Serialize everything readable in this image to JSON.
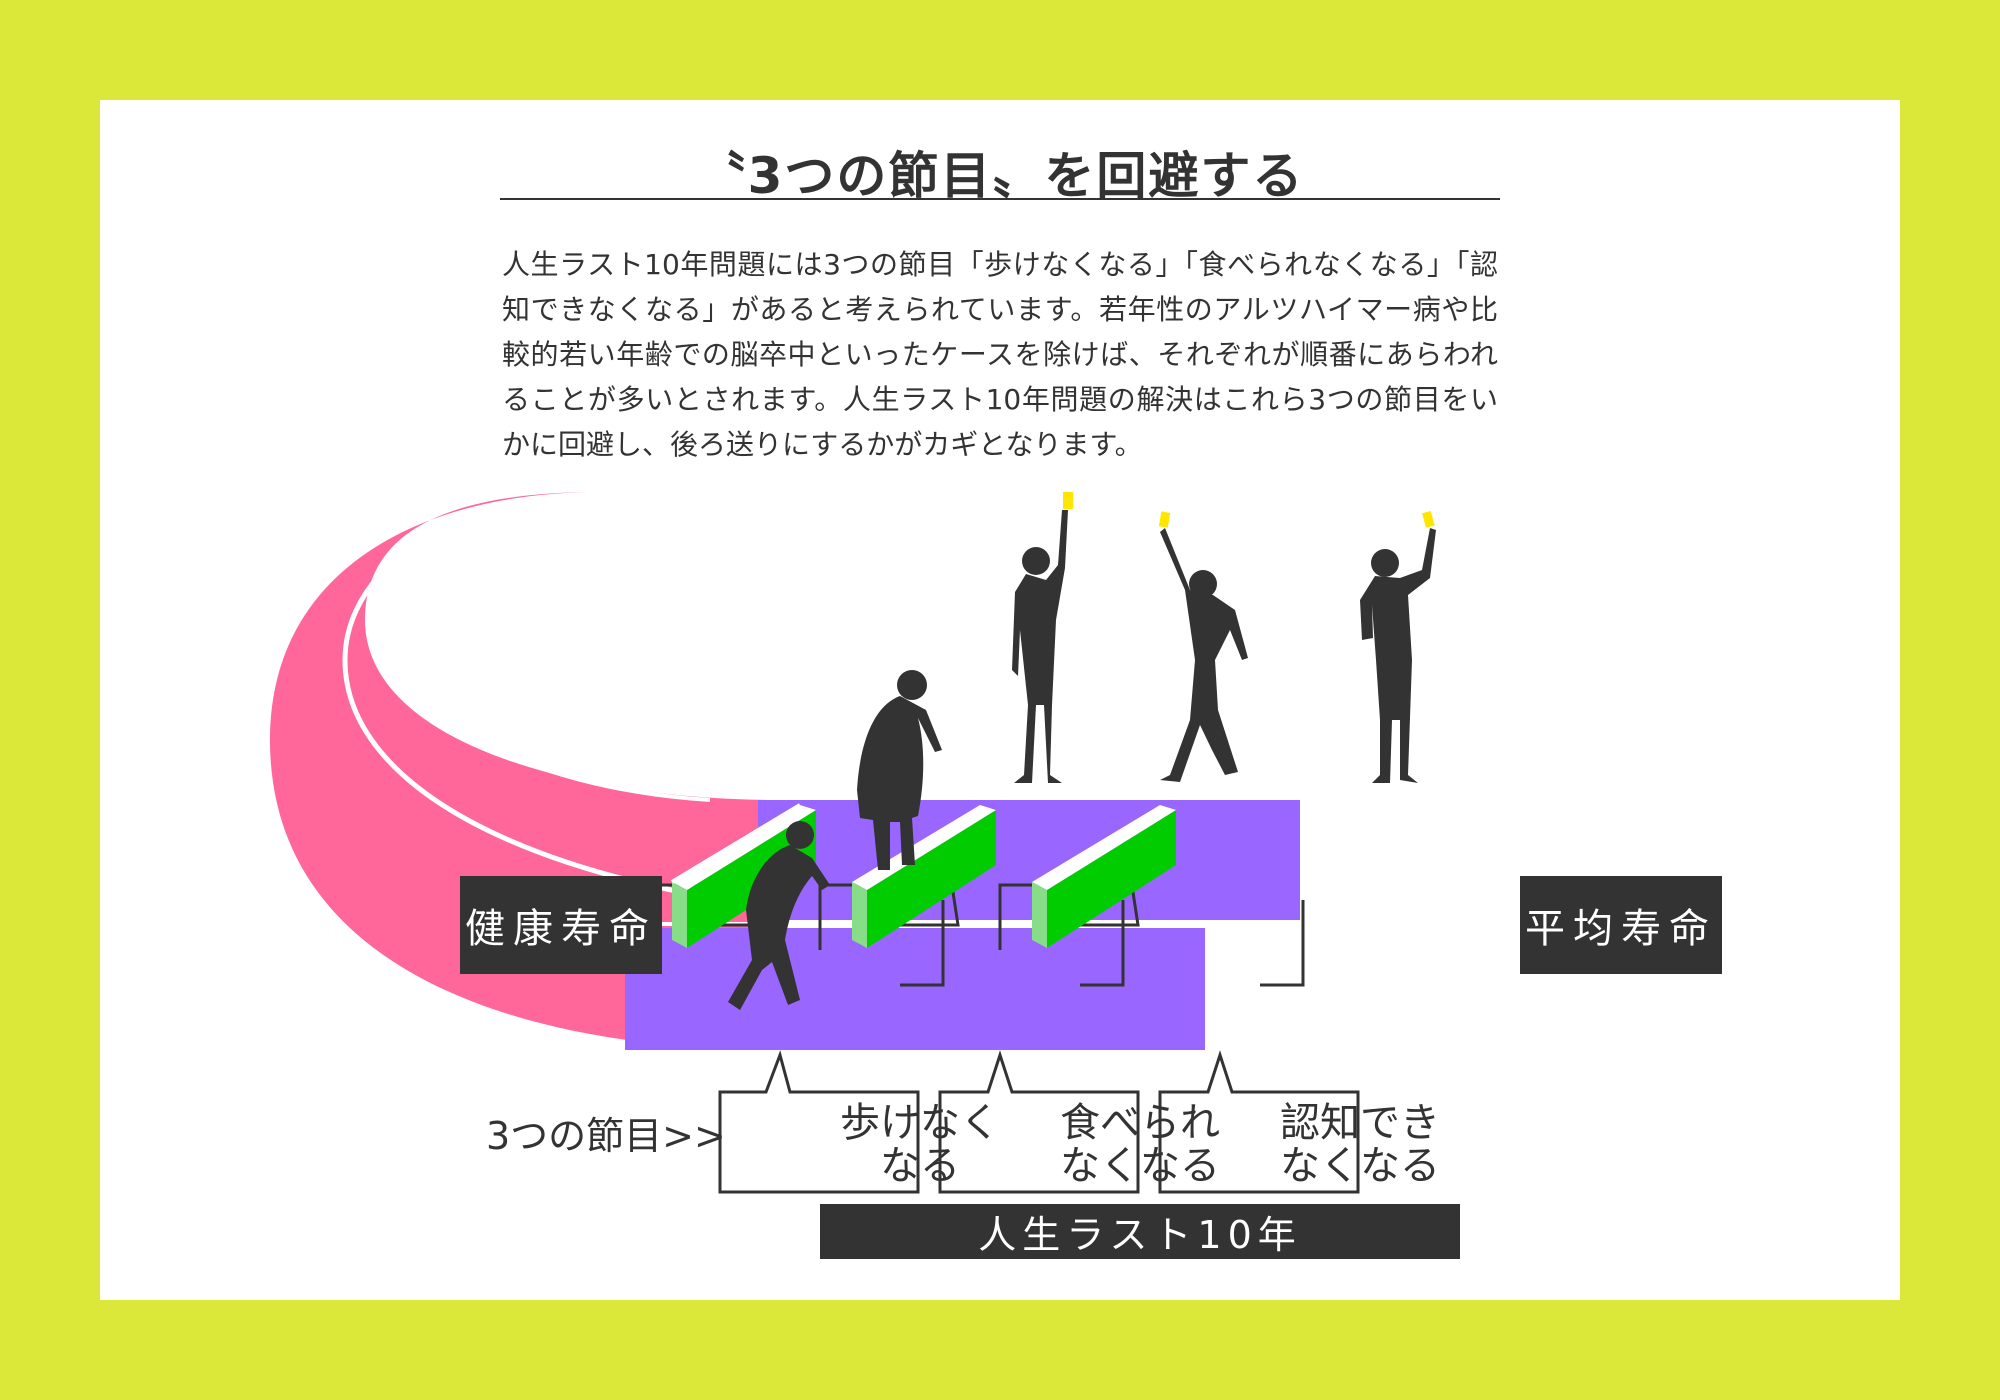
{
  "title": "〝3つの節目〟を回避する",
  "intro": "人生ラスト10年問題には3つの節目「歩けなくなる」「食べられなくなる」「認知できなくなる」があると考えられています。若年性のアルツハイマー病や比較的若い年齢での脳卒中といったケースを除けば、それぞれが順番にあらわれることが多いとされます。人生ラスト10年問題の解決はこれら3つの節目をいかに回避し、後ろ送りにするかがカギとなります。",
  "labels": {
    "healthy_lifespan": "健康寿命",
    "average_lifespan": "平均寿命",
    "last_ten_years": "人生ラスト10年",
    "milestones_label": "3つの節目>>"
  },
  "milestones": [
    {
      "line1": "歩けなく",
      "line2": "なる"
    },
    {
      "line1": "食べられ",
      "line2": "なくなる"
    },
    {
      "line1": "認知でき",
      "line2": "なくなる"
    }
  ],
  "colors": {
    "page_background": "#dbe83a",
    "track_pink": "#ff6699",
    "track_purple": "#9966ff",
    "hurdle_green": "#00cc00",
    "dark": "#333333",
    "yellow_card": "#ffe600"
  }
}
